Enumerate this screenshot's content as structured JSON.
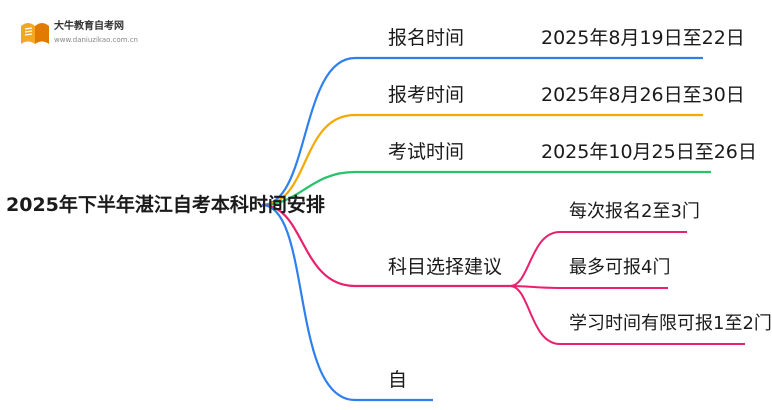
{
  "logo": {
    "name": "大牛教育自考网",
    "url": "www.daniuzikao.com.cn"
  },
  "mindmap": {
    "root": "2025年下半年湛江自考本科时间安排",
    "branches": [
      {
        "label": "报名时间",
        "value": "2025年8月19日至22日",
        "color": "#2f80ed"
      },
      {
        "label": "报考时间",
        "value": "2025年8月26日至30日",
        "color": "#f2a900"
      },
      {
        "label": "考试时间",
        "value": "2025年10月25日至26日",
        "color": "#27c26c"
      },
      {
        "label": "科目选择建议",
        "color": "#e8206e",
        "children": [
          "每次报名2至3门",
          "最多可报4门",
          "学习时间有限可报1至2门"
        ]
      },
      {
        "label": "自",
        "color": "#2f80ed"
      }
    ]
  }
}
